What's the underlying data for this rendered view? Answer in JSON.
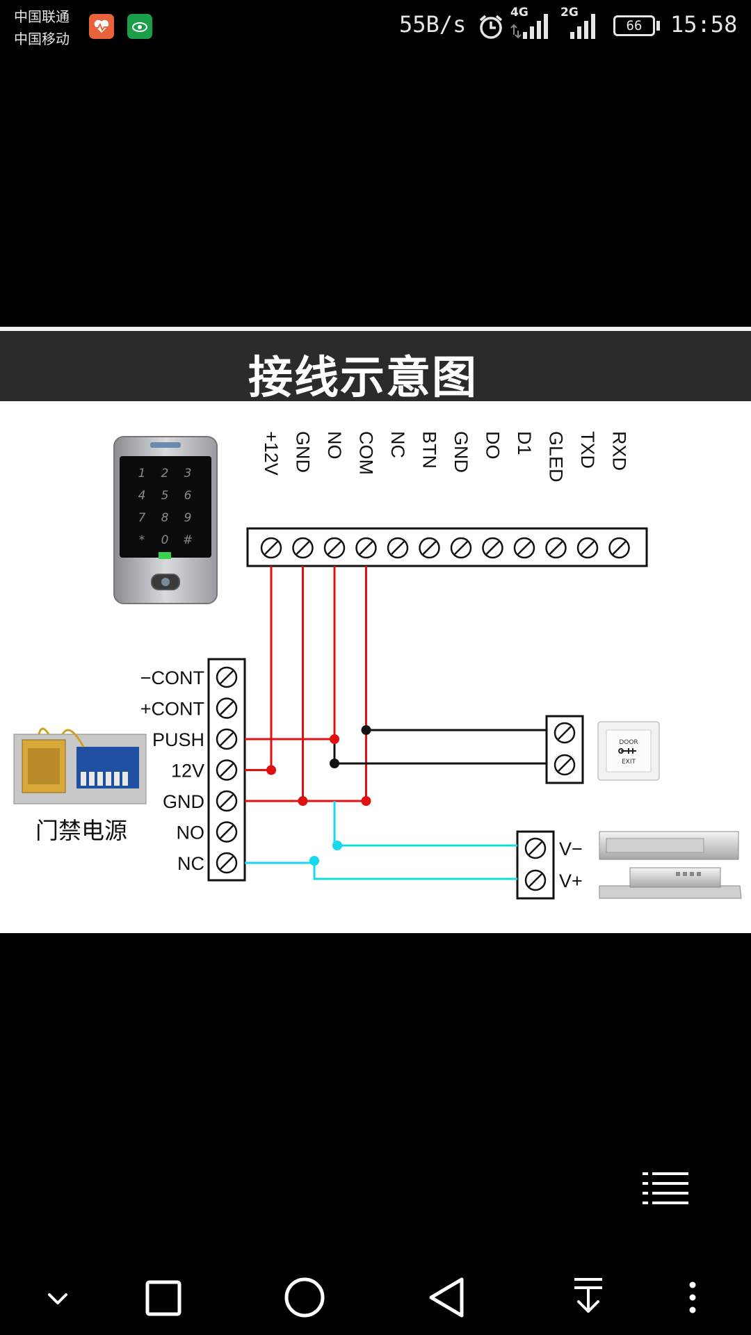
{
  "status_bar": {
    "carrier1": "中国联通",
    "carrier2": "中国移动",
    "net_speed": "55B/s",
    "net1": "4G",
    "net2": "2G",
    "battery": "66",
    "time": "15:58"
  },
  "diagram": {
    "title": "接线示意图",
    "reader_terminals": [
      "+12V",
      "GND",
      "NO",
      "COM",
      "NC",
      "BTN",
      "GND",
      "DO",
      "D1",
      "GLED",
      "TXD",
      "RXD"
    ],
    "psu_terminals": [
      "−CONT",
      "+CONT",
      "PUSH",
      "12V",
      "GND",
      "NO",
      "NC"
    ],
    "psu_label": "门禁电源",
    "lock_terminals": [
      "V−",
      "V+"
    ],
    "keypad_keys": [
      "1",
      "2",
      "3",
      "4",
      "5",
      "6",
      "7",
      "8",
      "9",
      "*",
      "0",
      "#"
    ],
    "exit_button_text1": "DOOR",
    "exit_button_text2": "EXIT"
  },
  "colors": {
    "red": "#e01010",
    "cyan": "#18d8ec",
    "wire_black": "#111111"
  }
}
